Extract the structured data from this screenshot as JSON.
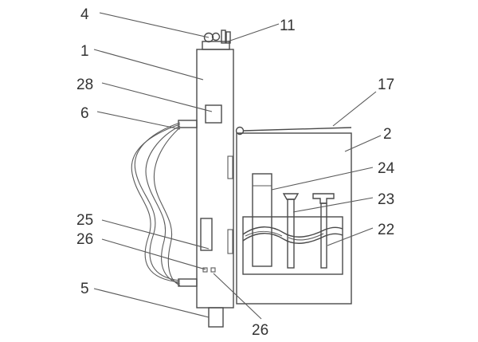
{
  "labels": {
    "l4": "4",
    "l11": "11",
    "l1": "1",
    "l28": "28",
    "l6": "6",
    "l17": "17",
    "l2": "2",
    "l24": "24",
    "l23": "23",
    "l25": "25",
    "l22": "22",
    "l26a": "26",
    "l5": "5",
    "l26b": "26"
  }
}
